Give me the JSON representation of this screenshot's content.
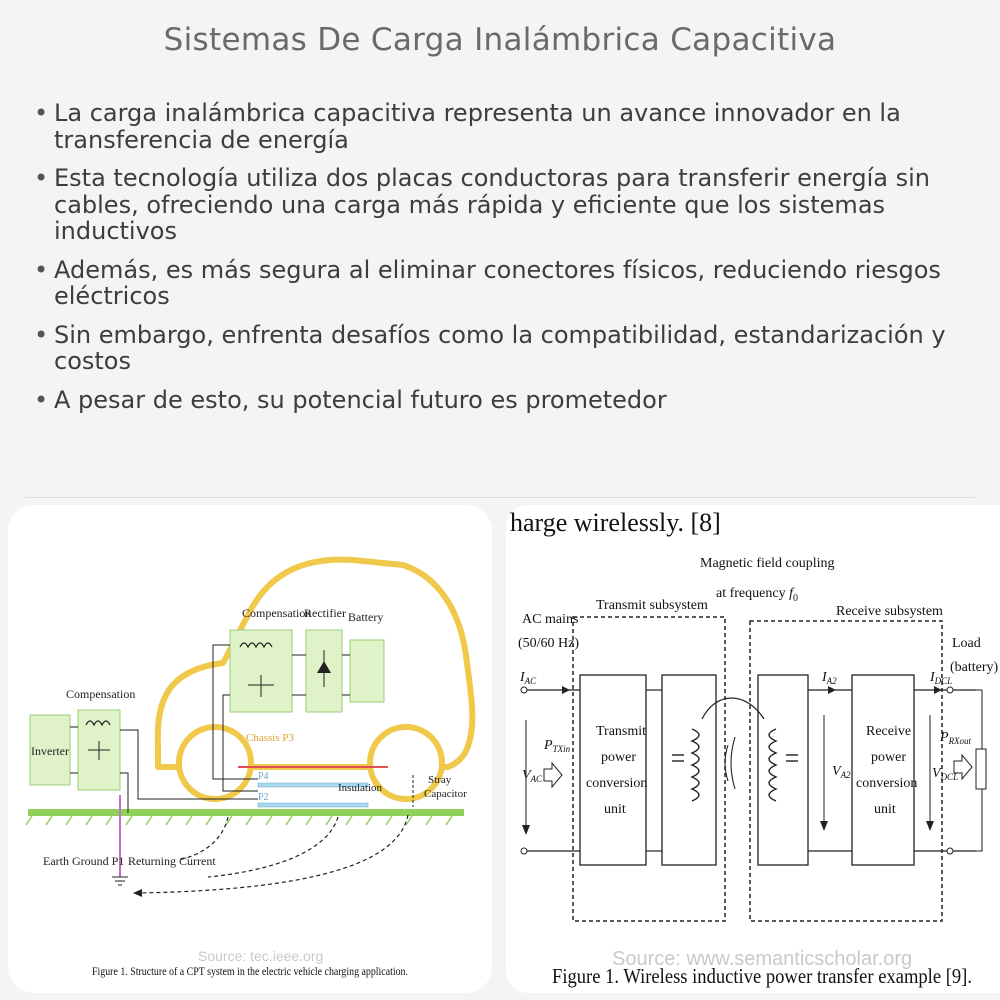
{
  "title": "Sistemas De Carga Inalámbrica Capacitiva",
  "bullets": [
    "La carga inalámbrica capacitiva representa un avance innovador en la transferencia de energía",
    "Esta tecnología utiliza dos placas conductoras para transferir energía sin cables, ofreciendo una carga más rápida y eficiente que los sistemas inductivos",
    "Además, es más segura al eliminar conectores físicos, reduciendo riesgos eléctricos",
    "Sin embargo, enfrenta desafíos como la compatibilidad, estandarización y costos",
    "A pesar de esto, su potencial futuro es prometedor"
  ],
  "left_figure": {
    "labels": {
      "compensation_ground": "Compensation",
      "inverter": "Inverter",
      "compensation_car": "Compensation",
      "rectifier": "Rectifier",
      "battery": "Battery",
      "chassis": "Chassis P3",
      "p4": "P4",
      "p2": "P2",
      "insulation": "Insulation",
      "stray": "Stray",
      "capacitor": "Capacitor",
      "earth_ground": "Earth Ground P1",
      "returning_current": "Returning Current"
    },
    "caption": "Figure 1. Structure of a CPT system in the electric vehicle charging application.",
    "source": "Source: tec.ieee.org"
  },
  "right_figure": {
    "labels": {
      "header_fragment": "harge wirelessly. [8]",
      "magnetic_coupling": "Magnetic field coupling",
      "at_frequency": "at frequency",
      "frequency_symbol": "f",
      "frequency_subscript": "0",
      "transmit_subsystem": "Transmit subsystem",
      "receive_subsystem": "Receive subsystem",
      "ac_mains": "AC mains",
      "ac_mains_freq": "(50/60 Hz)",
      "load": "Load",
      "load_battery": "(battery)",
      "i_ac": "I",
      "i_ac_sub": "AC",
      "p_txin": "P",
      "p_txin_sub": "TXin",
      "v_ac": "V",
      "v_ac_sub": "AC",
      "i_a2": "I",
      "i_a2_sub": "A2",
      "v_a2": "V",
      "v_a2_sub": "A2",
      "i_dcl": "I",
      "i_dcl_sub": "DCL",
      "p_rxout": "P",
      "p_rxout_sub": "RXout",
      "v_dcl": "V",
      "v_dcl_sub": "DCL",
      "transmit_unit_1": "Transmit",
      "transmit_unit_2": "power",
      "transmit_unit_3": "conversion",
      "transmit_unit_4": "unit",
      "receive_unit_1": "Receive",
      "receive_unit_2": "power",
      "receive_unit_3": "conversion",
      "receive_unit_4": "unit"
    },
    "caption": "Figure 1.   Wireless inductive power transfer example [9].",
    "source": "Source: www.semanticscholar.org"
  },
  "colors": {
    "car_outline": "#f0c84a",
    "component_fill": "#dff2c8",
    "ground_green": "#8fd15a",
    "plate_blue": "#a8d8f0",
    "chassis_red": "#e05050",
    "return_wire": "#c070c8"
  }
}
